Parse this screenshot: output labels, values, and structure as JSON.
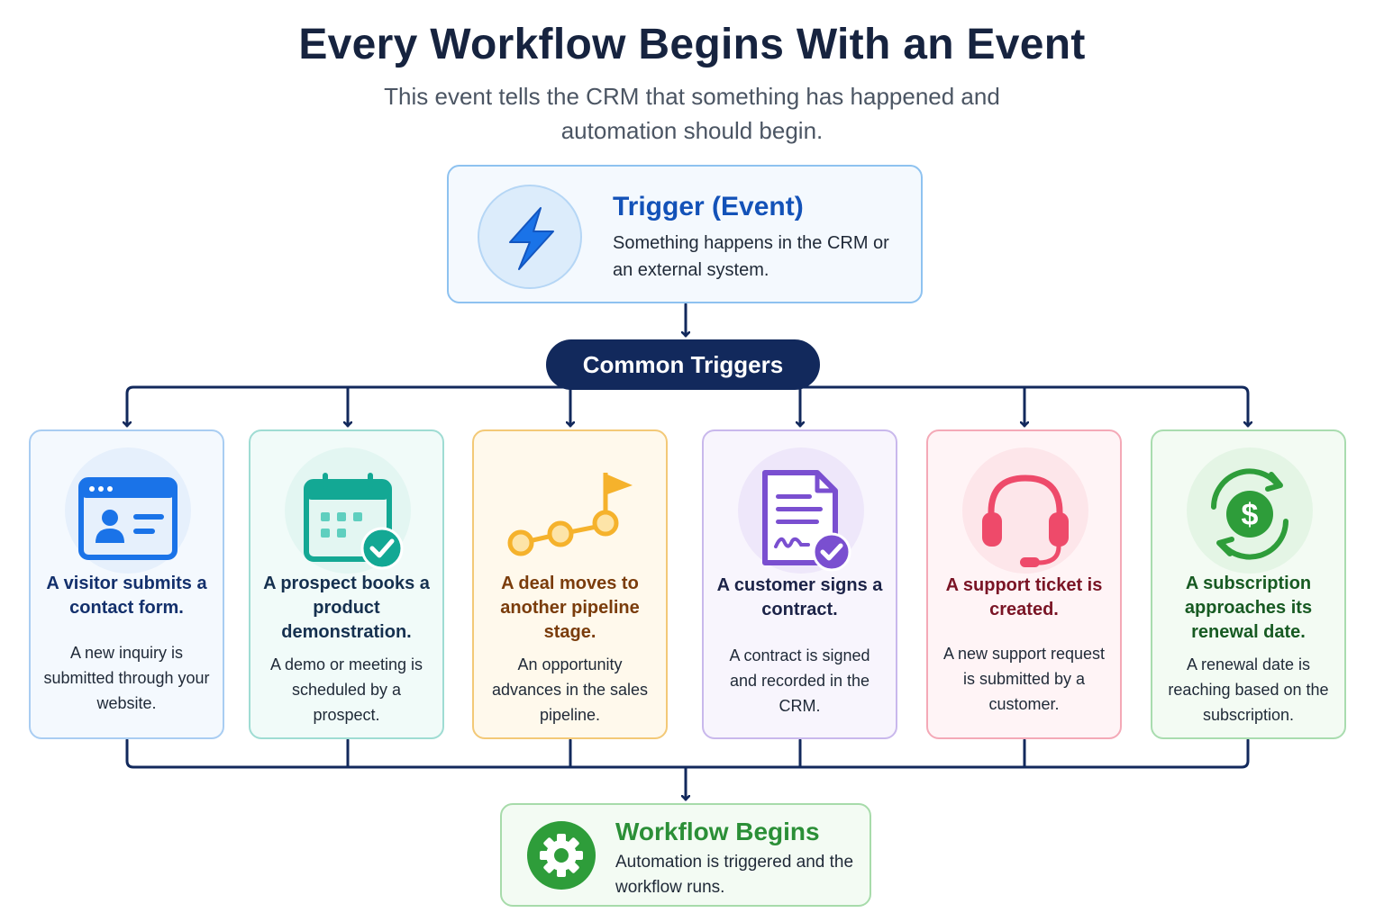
{
  "header": {
    "title": "Every Workflow Begins With an Event",
    "subtitle": "This event tells the CRM that something has happened and automation should begin."
  },
  "trigger": {
    "icon": "lightning-bolt-icon",
    "title": "Trigger (Event)",
    "description": "Something happens in the CRM or an external system."
  },
  "common_triggers_label": "Common Triggers",
  "cards": [
    {
      "icon": "contact-card-window-icon",
      "title": "A visitor submits a contact form.",
      "description": "A new inquiry is submitted through your website.",
      "accent": "#1a73e8"
    },
    {
      "icon": "calendar-check-icon",
      "title": "A prospect books a product demonstration.",
      "description": "A demo or meeting is scheduled by a prospect.",
      "accent": "#13a894"
    },
    {
      "icon": "pipeline-flag-icon",
      "title": "A deal moves to another pipeline stage.",
      "description": "An opportunity advances in the sales pipeline.",
      "accent": "#f5b22c"
    },
    {
      "icon": "signed-document-icon",
      "title": "A customer signs a contract.",
      "description": "A contract is signed and recorded in the CRM.",
      "accent": "#7a4fd0"
    },
    {
      "icon": "headset-icon",
      "title": "A support ticket is created.",
      "description": "A new support request is submitted by a customer.",
      "accent": "#ee4a6a"
    },
    {
      "icon": "dollar-renewal-icon",
      "title": "A subscription approaches its renewal date.",
      "description": "A renewal date is reaching based on the subscription.",
      "accent": "#2e9d3a"
    }
  ],
  "workflow": {
    "icon": "gear-icon",
    "title": "Workflow Begins",
    "description": "Automation is triggered and the workflow runs."
  }
}
